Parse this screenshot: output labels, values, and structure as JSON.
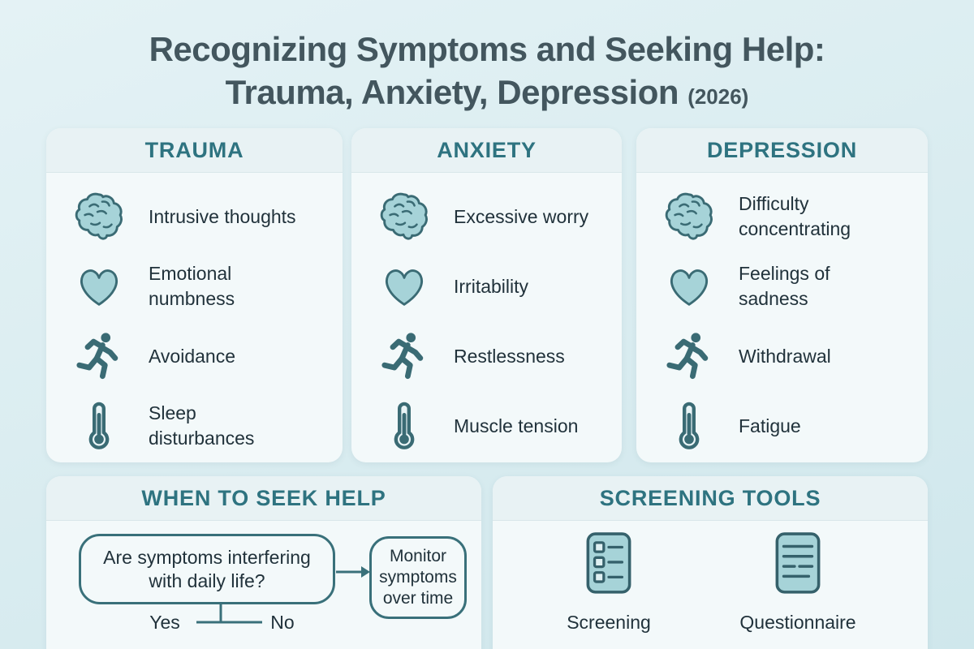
{
  "title": {
    "line1": "Recognizing Symptoms and Seeking Help:",
    "line2": "Trauma, Anxiety, Depression",
    "year": "(2026)"
  },
  "columns": [
    {
      "header": "TRAUMA",
      "items": [
        {
          "icon": "brain-icon",
          "label": "Intrusive thoughts"
        },
        {
          "icon": "heart-icon",
          "label": "Emotional\nnumbness"
        },
        {
          "icon": "runner-icon",
          "label": "Avoidance"
        },
        {
          "icon": "thermometer-icon",
          "label": "Sleep\ndisturbances"
        }
      ]
    },
    {
      "header": "ANXIETY",
      "items": [
        {
          "icon": "brain-icon",
          "label": "Excessive worry"
        },
        {
          "icon": "heart-icon",
          "label": "Irritability"
        },
        {
          "icon": "runner-icon",
          "label": "Restlessness"
        },
        {
          "icon": "thermometer-icon",
          "label": "Muscle tension"
        }
      ]
    },
    {
      "header": "DEPRESSION",
      "items": [
        {
          "icon": "brain-icon",
          "label": "Difficulty\nconcentrating"
        },
        {
          "icon": "heart-icon",
          "label": "Feelings of\nsadness"
        },
        {
          "icon": "runner-icon",
          "label": "Withdrawal"
        },
        {
          "icon": "thermometer-icon",
          "label": "Fatigue"
        }
      ]
    }
  ],
  "seek_help": {
    "header": "WHEN TO SEEK HELP",
    "question": "Are symptoms interfering\nwith daily life?",
    "yes_label": "Yes",
    "no_label": "No",
    "outcome": "Monitor\nsymptoms\nover time"
  },
  "screening_tools": {
    "header": "SCREENING TOOLS",
    "tools": [
      {
        "icon": "checklist-icon",
        "label": "Screening"
      },
      {
        "icon": "document-icon",
        "label": "Questionnaire"
      }
    ]
  },
  "colors": {
    "background": "#d9ecf0",
    "card_background": "#f3f9fa",
    "card_header_background": "#e8f2f4",
    "section_header_text": "#2e7380",
    "title_text": "#43565e",
    "body_text": "#21323b",
    "icon_fill": "#a6d3d8",
    "icon_stroke": "#3a6b74",
    "flowchart_stroke": "#39707a"
  }
}
